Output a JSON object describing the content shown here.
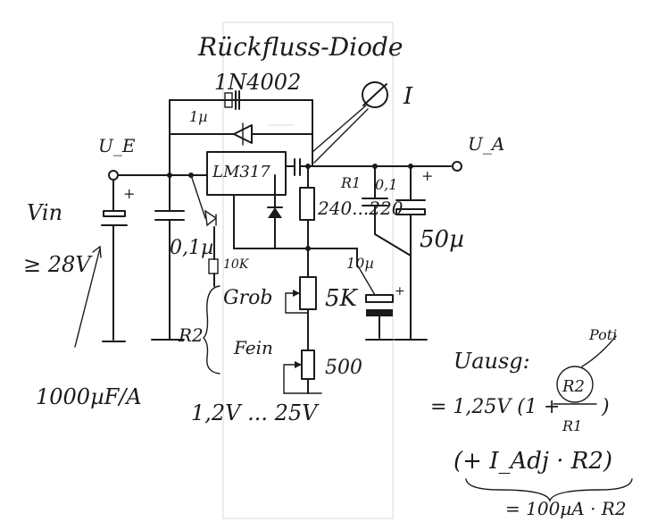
{
  "title": "Rückfluss-Diode",
  "ic": {
    "label": "LM317"
  },
  "diode": {
    "label": "1N4002"
  },
  "cap_bypass": {
    "label": "1µ"
  },
  "ammeter": {
    "label": "I"
  },
  "input": {
    "label": "U_E",
    "vin": "Vin",
    "min": "≥ 28V",
    "cap_rule": "1000µF/A"
  },
  "output": {
    "label": "U_A",
    "cap": "50µ"
  },
  "in_cap_small": {
    "label": "0,1µ"
  },
  "out_cap_small": {
    "label": "0,1"
  },
  "r1": {
    "label": "R1",
    "value": "240...220"
  },
  "adj_cap": {
    "label": "10µ"
  },
  "r_small": {
    "label": "10K"
  },
  "pot_grob": {
    "label": "Grob",
    "value": "5K"
  },
  "pot_fein": {
    "label": "Fein",
    "value": "500"
  },
  "r2_label": "R2",
  "range": "1,2V ... 25V",
  "formula": {
    "heading": "Uausg:",
    "line1": "= 1,25V (1 + R2/R1)",
    "r2": "R2",
    "r1": "R1",
    "poti": "Poti",
    "line2": "(+ I_Adj · R2)",
    "line3": "= 100µA · R2"
  },
  "ink_color": "#1a1a1a"
}
